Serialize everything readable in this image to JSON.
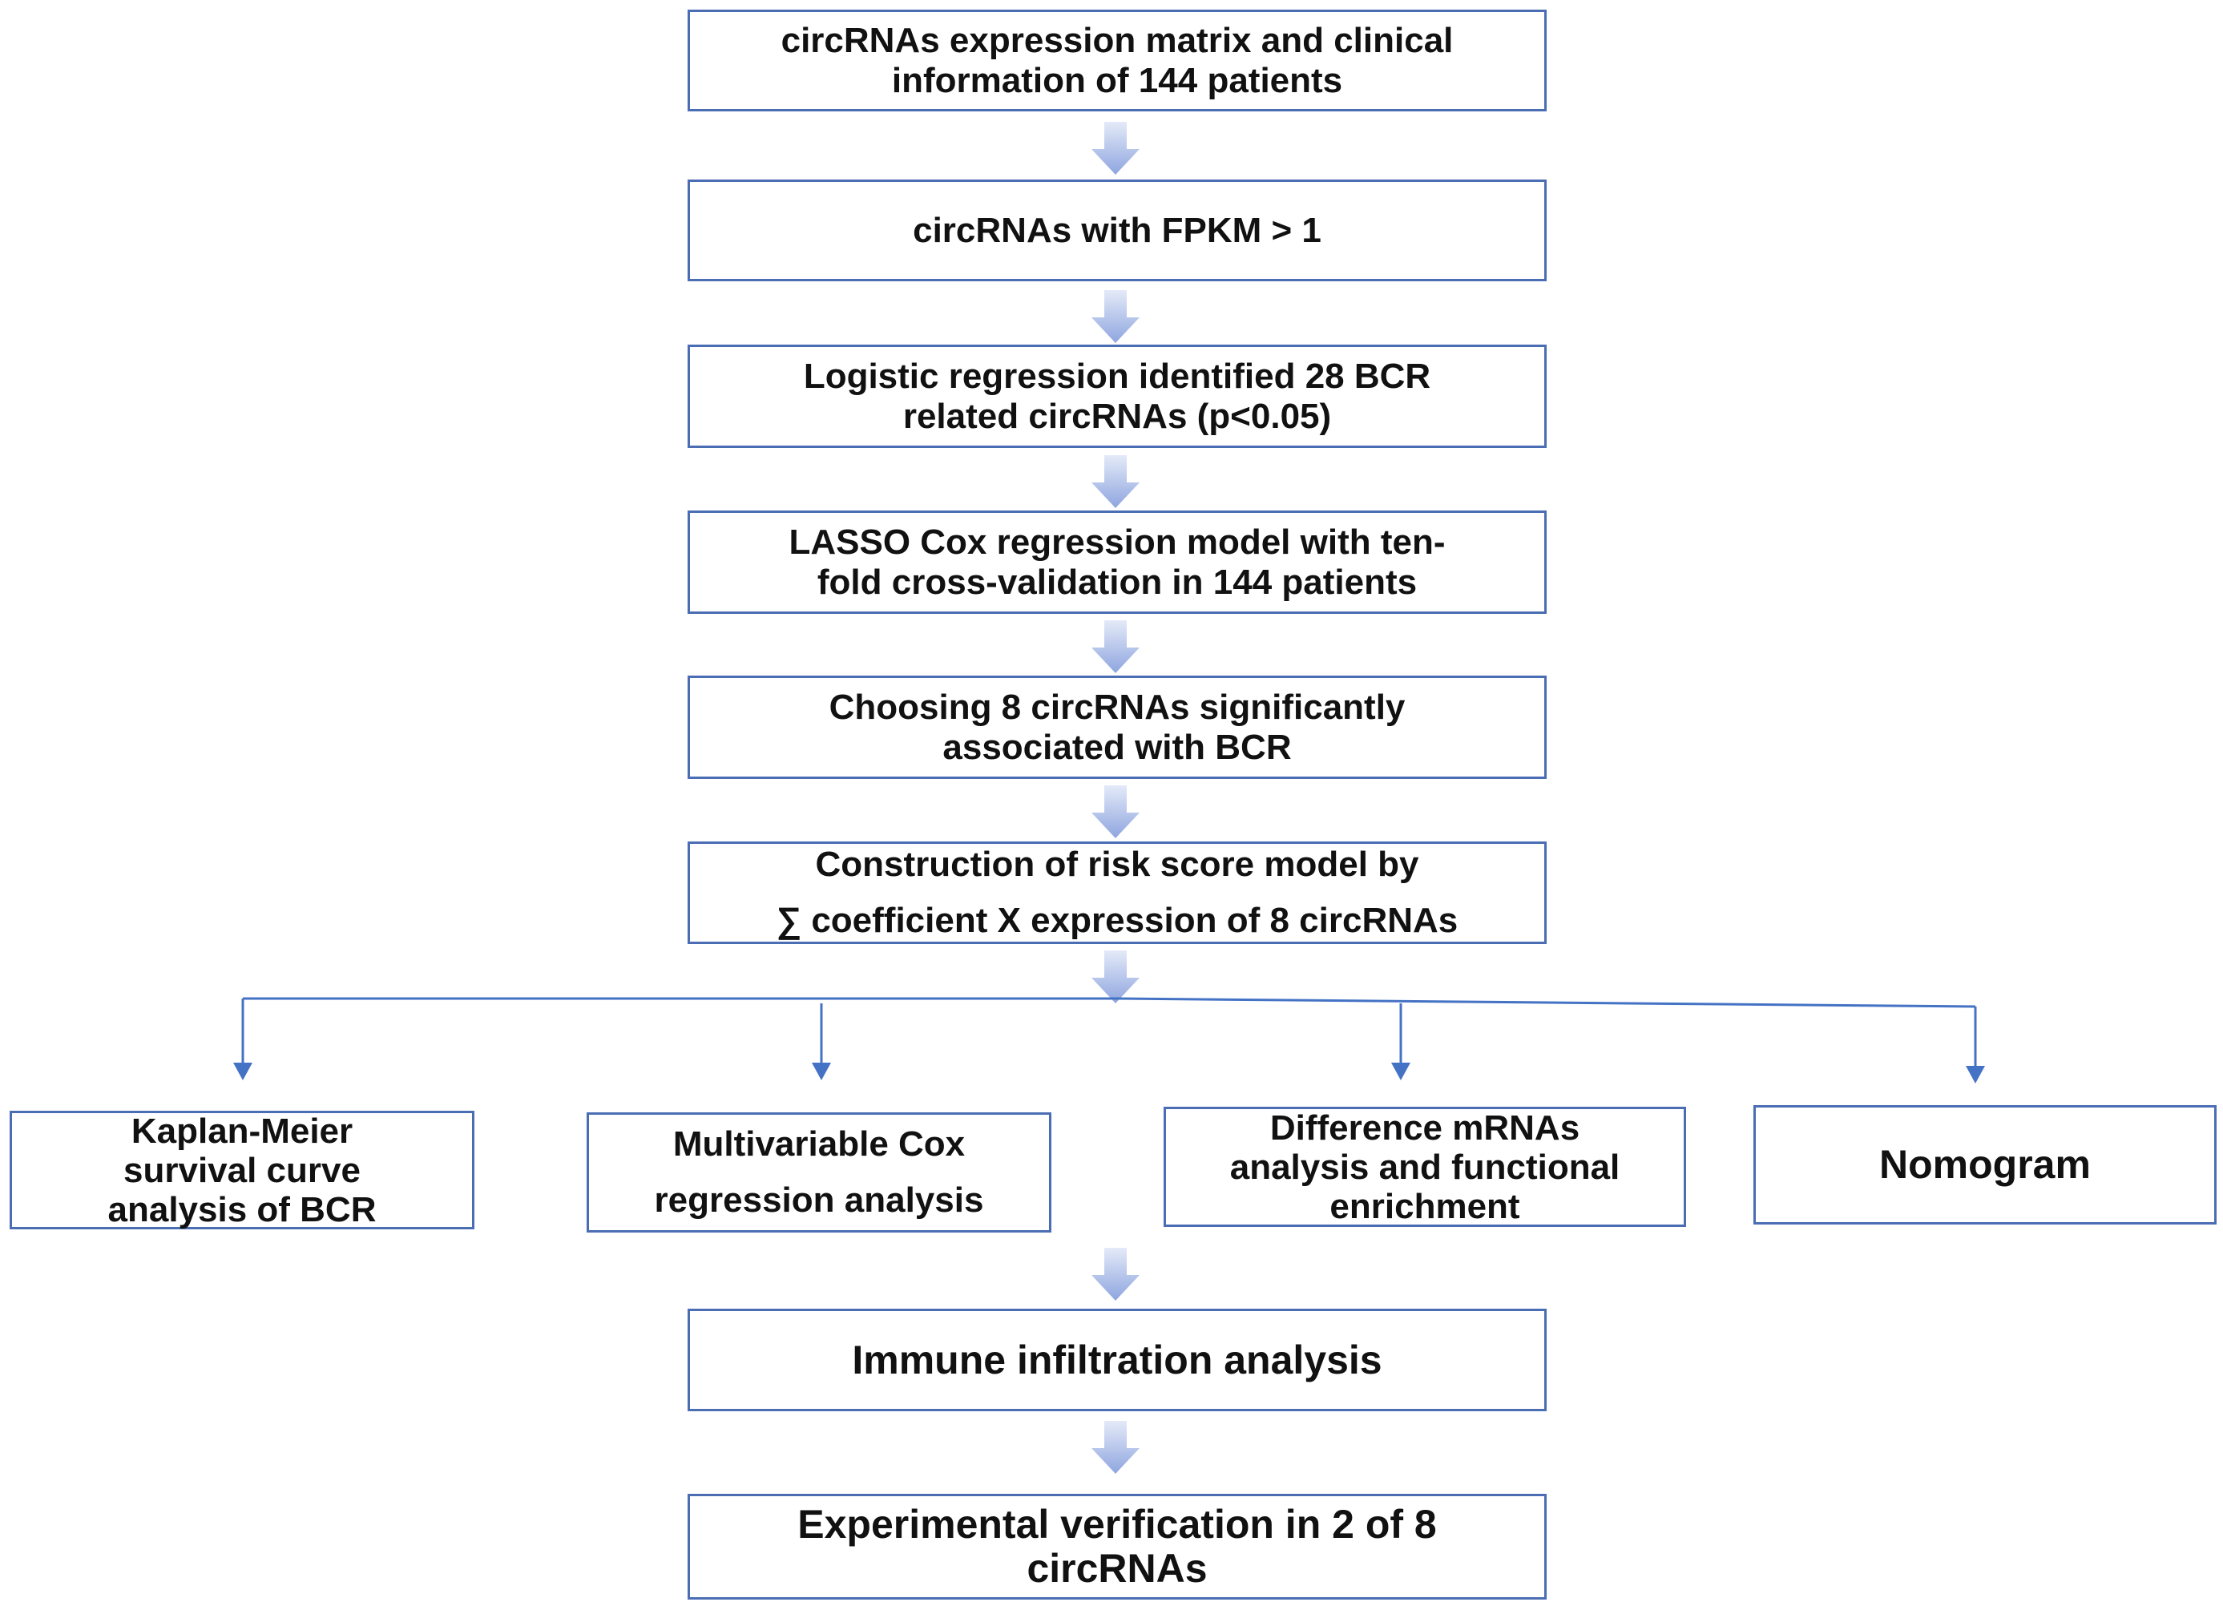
{
  "steps": [
    {
      "text": "circRNAs expression matrix and clinical\ninformation of 144 patients"
    },
    {
      "text": "circRNAs with FPKM > 1"
    },
    {
      "text": "Logistic regression identified 28 BCR\nrelated circRNAs (p<0.05)"
    },
    {
      "text": "LASSO Cox regression model with ten-\nfold cross-validation in 144 patients"
    },
    {
      "text": "Choosing 8 circRNAs significantly\nassociated with BCR"
    },
    {
      "text": "Construction of risk score model by\n∑ coefficient X expression of 8 circRNAs"
    }
  ],
  "branches": [
    {
      "text": "Kaplan-Meier\nsurvival curve\nanalysis of BCR"
    },
    {
      "text": "Multivariable Cox\nregression analysis"
    },
    {
      "text": "Difference mRNAs\nanalysis and functional\nenrichment"
    },
    {
      "text": "Nomogram"
    }
  ],
  "bottom_steps": [
    {
      "text": "Immune infiltration analysis"
    },
    {
      "text": "Experimental verification in 2 of 8\ncircRNAs"
    }
  ],
  "colors": {
    "box_border": "#4a6db3",
    "connector": "#4472c4",
    "fat_arrow_top": "#dfe6f7",
    "fat_arrow_bottom": "#8ea5df"
  }
}
